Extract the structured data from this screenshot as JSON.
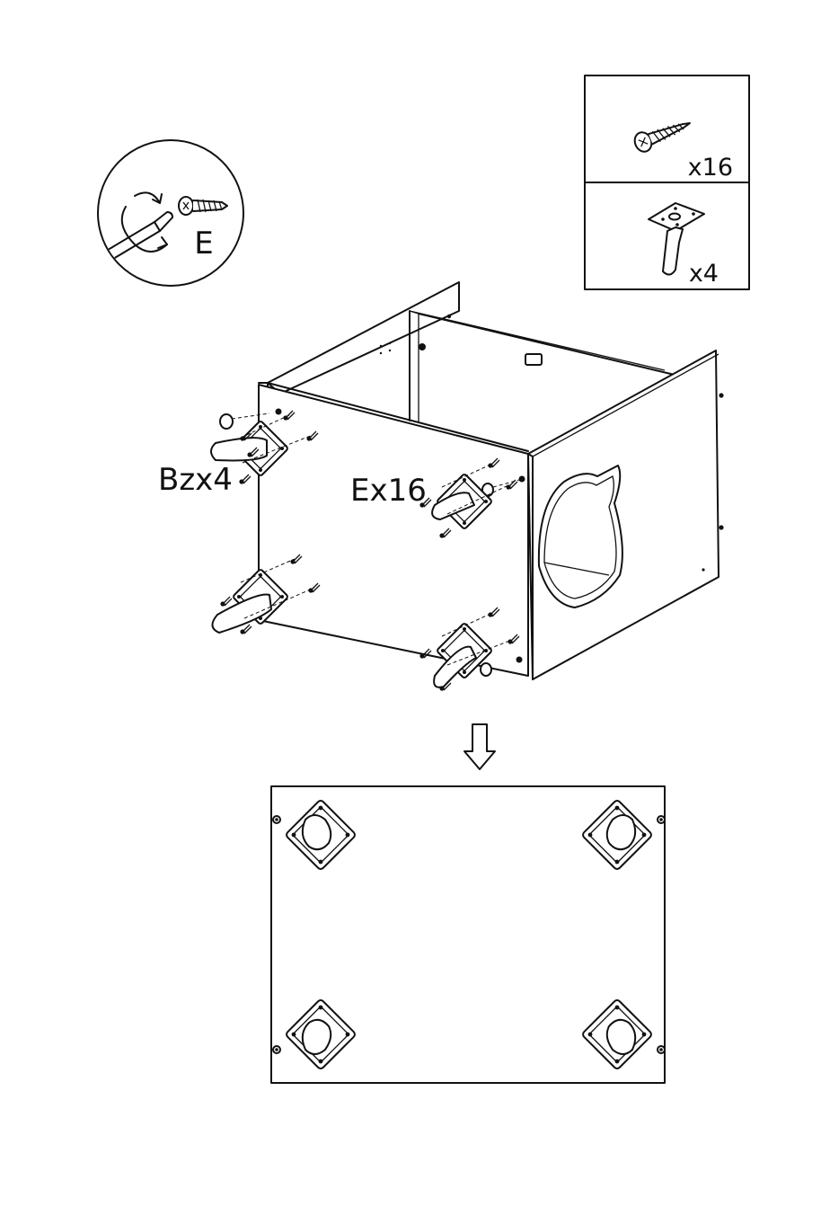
{
  "parts_box": {
    "screw_count": "x16",
    "leg_count": "x4"
  },
  "tool_callout": {
    "part_letter": "E"
  },
  "labels": {
    "legs": "Bzx4",
    "screws": "Ex16"
  },
  "icons": [
    "screw-icon",
    "furniture-leg-icon",
    "screwdriver-icon",
    "rotate-arrow-icon",
    "down-arrow-icon"
  ],
  "colors": {
    "line": "#111111",
    "background": "#ffffff"
  }
}
